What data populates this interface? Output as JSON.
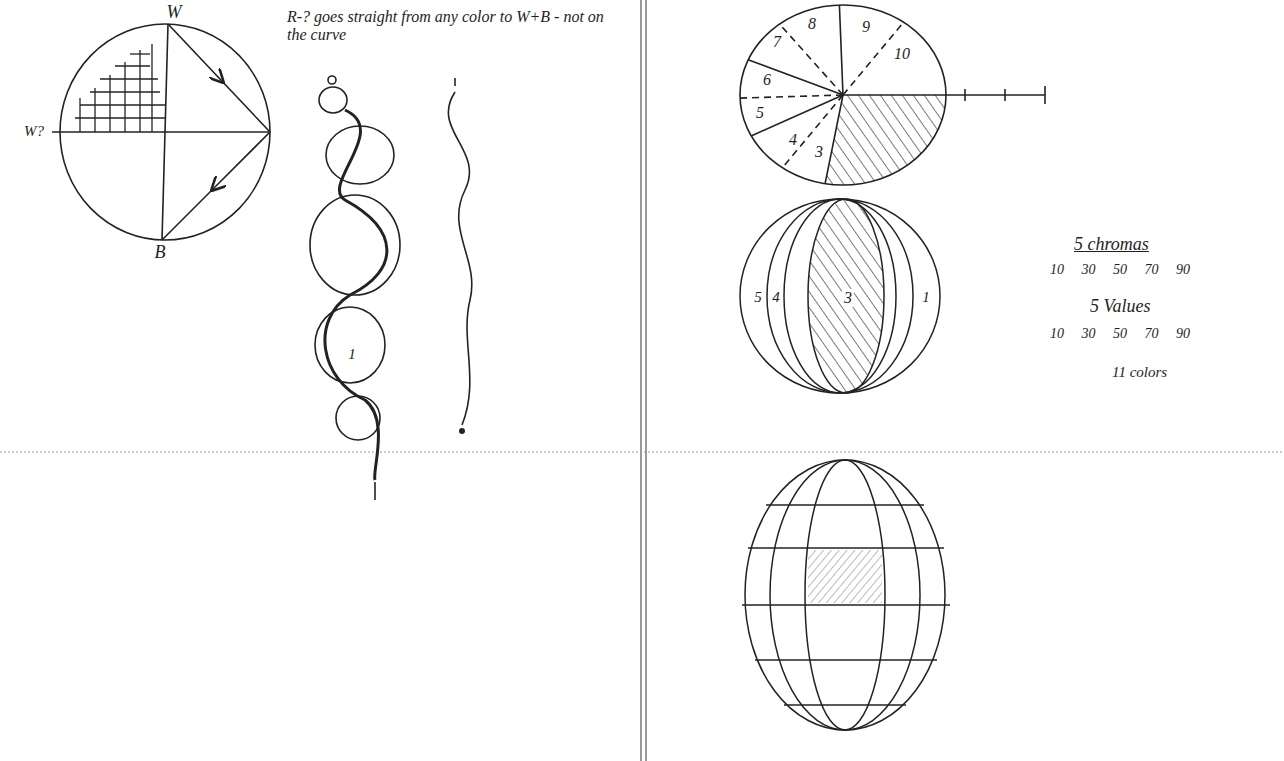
{
  "diagram": {
    "labels": [
      "W",
      "W?",
      "B",
      "R-? goes straight from any color to W+B - not on the curve",
      "1",
      "7",
      "8",
      "9",
      "10",
      "6",
      "5",
      "4",
      "3",
      "5 chromas",
      "10 30 50 70 90",
      "5 Values",
      "10 30 50 70 90",
      "11 colors",
      "5",
      "4",
      "3",
      "1"
    ]
  }
}
